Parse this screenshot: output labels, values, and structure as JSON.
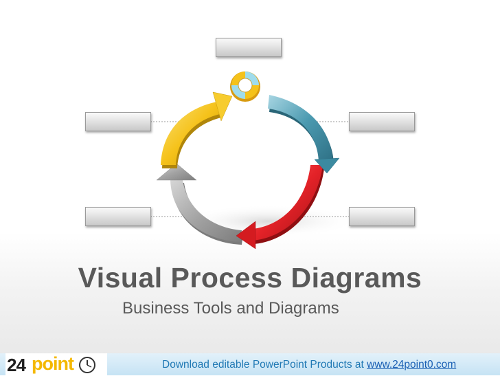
{
  "title": "Visual Process Diagrams",
  "subtitle": "Business Tools and Diagrams",
  "footer": {
    "text": "Download editable PowerPoint Products at ",
    "link": "www.24point0.com"
  },
  "logo": {
    "part1": "24",
    "part2": "point"
  },
  "colors": {
    "yellow": "#f5c21a",
    "teal": "#4b9ab0",
    "red": "#e42228",
    "gray": "#9d9d9d"
  },
  "diagram": {
    "arrows": [
      "yellow",
      "teal",
      "red",
      "gray"
    ],
    "center_icon": "lifebuoy-icon",
    "label_boxes": [
      "top",
      "left-upper",
      "right-upper",
      "left-lower",
      "right-lower"
    ]
  }
}
